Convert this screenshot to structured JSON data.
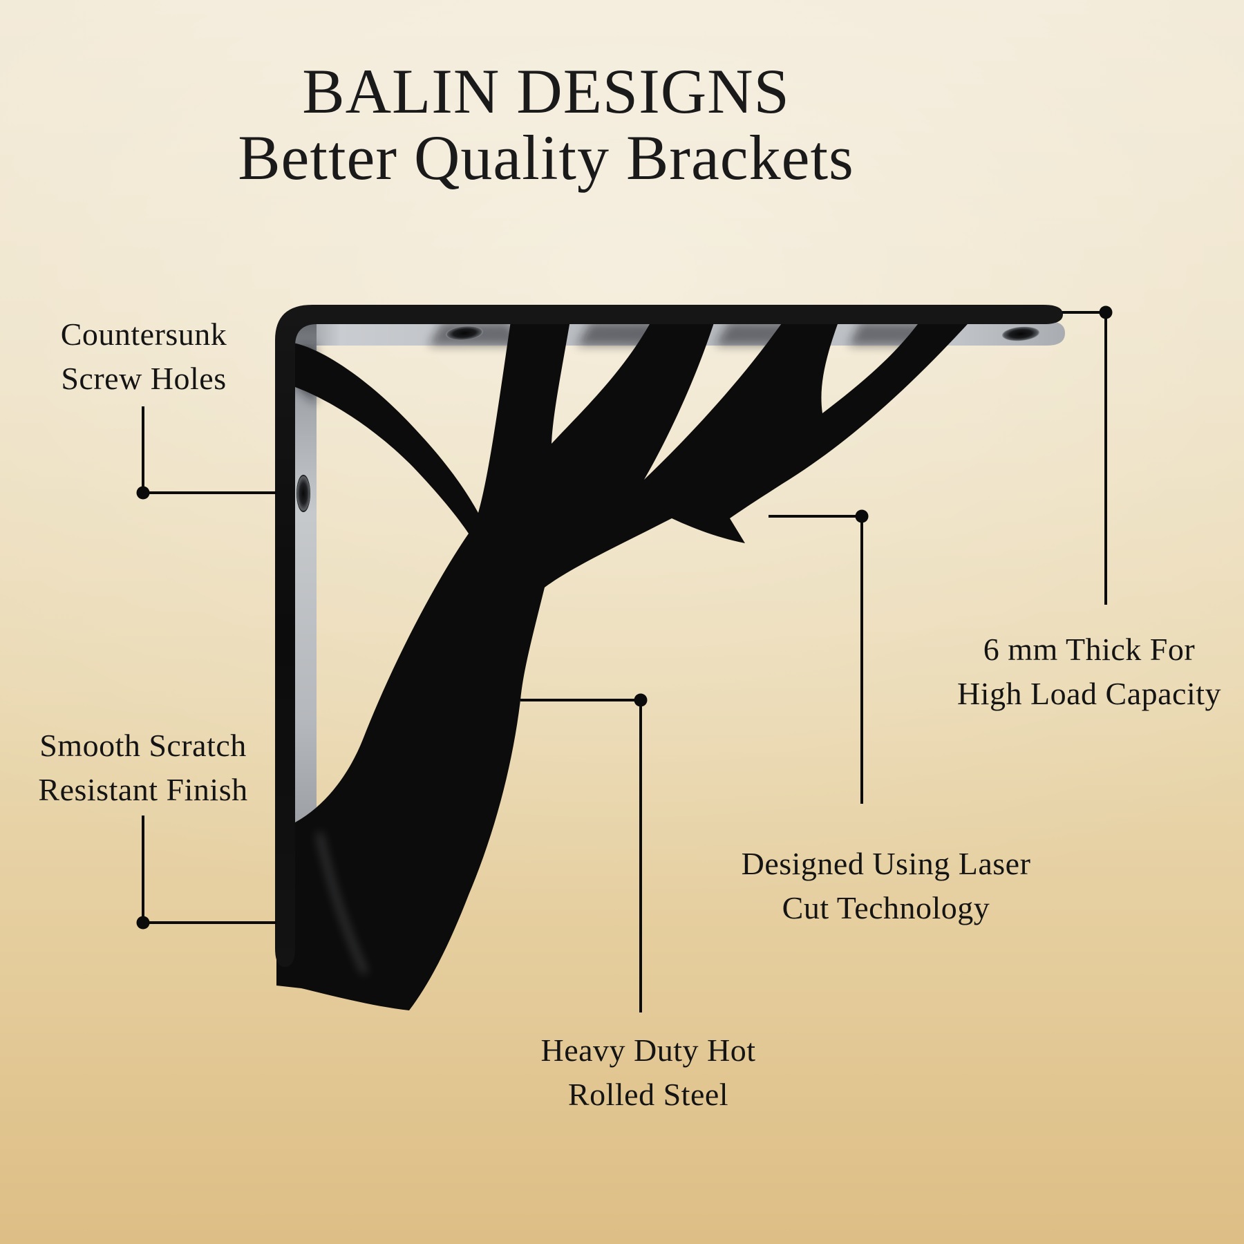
{
  "brand": {
    "name": "BALIN DESIGNS",
    "tagline": "Better Quality Brackets"
  },
  "illustration": {
    "name": "tree-branch-shelf-bracket",
    "style": "3d-render-black-steel-l-bracket-with-tree-silhouette"
  },
  "callouts": [
    {
      "id": "countersunk",
      "lines": [
        "Countersunk",
        "Screw Holes"
      ]
    },
    {
      "id": "smooth-finish",
      "lines": [
        "Smooth Scratch",
        "Resistant Finish"
      ]
    },
    {
      "id": "six-mm-thick",
      "lines": [
        "6 mm Thick For",
        "High Load Capacity"
      ]
    },
    {
      "id": "laser-cut",
      "lines": [
        "Designed Using Laser",
        "Cut Technology"
      ]
    },
    {
      "id": "hot-rolled-steel",
      "lines": [
        "Heavy Duty Hot",
        "Rolled Steel"
      ]
    }
  ],
  "colors": {
    "background_top": "#f2e9d6",
    "background_bottom": "#ddbe85",
    "bracket_black": "#0d0d0d",
    "steel_edge_gray": "#bcbfc3",
    "text": "#141414",
    "connector_line": "#0b0b0b"
  }
}
